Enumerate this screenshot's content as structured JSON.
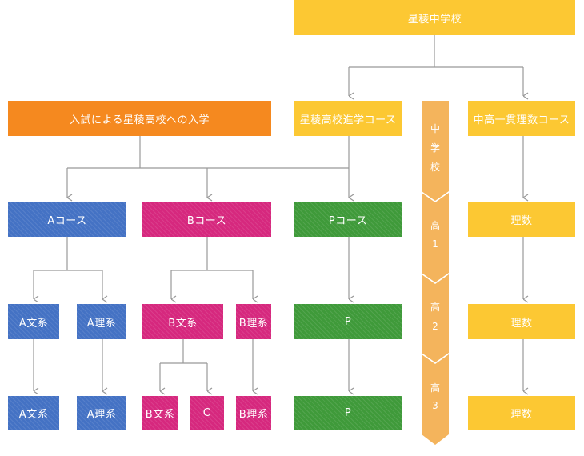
{
  "colors": {
    "yellow": "#FCC833",
    "orange": "#F5891F",
    "blue": "#4472C4",
    "magenta": "#D6287E",
    "green": "#3F9A3A",
    "ribbon": "#F4B45C",
    "line": "#999999"
  },
  "nodes": {
    "top": "星稜中学校",
    "entrance": "入試による星稜高校への入学",
    "advance_course": "星稜高校進学コース",
    "integrated_course": "中高一貫理数コース",
    "a_course": "Aコース",
    "b_course": "Bコース",
    "p_course": "Pコース",
    "rika_1": "理数",
    "a_bun_1": "A文系",
    "a_ri_1": "A理系",
    "b_bun_1": "B文系",
    "b_ri_1": "B理系",
    "p_1": "P",
    "rika_2": "理数",
    "a_bun_2": "A文系",
    "a_ri_2": "A理系",
    "b_bun_2": "B文系",
    "c_2": "C",
    "b_ri_2": "B理系",
    "p_2": "P",
    "rika_3": "理数"
  },
  "grade_ribbon": {
    "chu_1": "中",
    "chu_2": "学",
    "chu_3": "校",
    "ko1_1": "高",
    "ko1_2": "1",
    "ko2_1": "高",
    "ko2_2": "2",
    "ko3_1": "高",
    "ko3_2": "3"
  }
}
